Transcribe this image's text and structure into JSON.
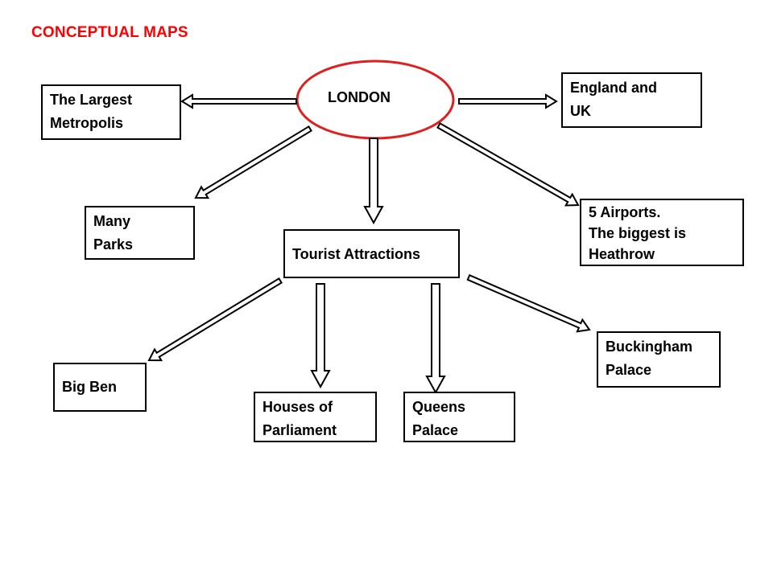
{
  "title": "CONCEPTUAL MAPS",
  "colors": {
    "title": "#ff0000",
    "ellipse_border": "#e02020",
    "stroke": "#000000",
    "fill": "#ffffff"
  },
  "center": {
    "label": "LONDON"
  },
  "nodes": {
    "largest_metropolis": "The Largest\nMetropolis",
    "england_uk": "England and\nUK",
    "many_parks": "Many\nParks",
    "tourist_attractions": "Tourist Attractions",
    "airports": "5 Airports.\nThe biggest is\nHeathrow",
    "big_ben": "Big Ben",
    "houses_of_parliament": "Houses of\nParliament",
    "queens_palace": "Queens\nPalace",
    "buckingham_palace": "Buckingham\nPalace"
  }
}
